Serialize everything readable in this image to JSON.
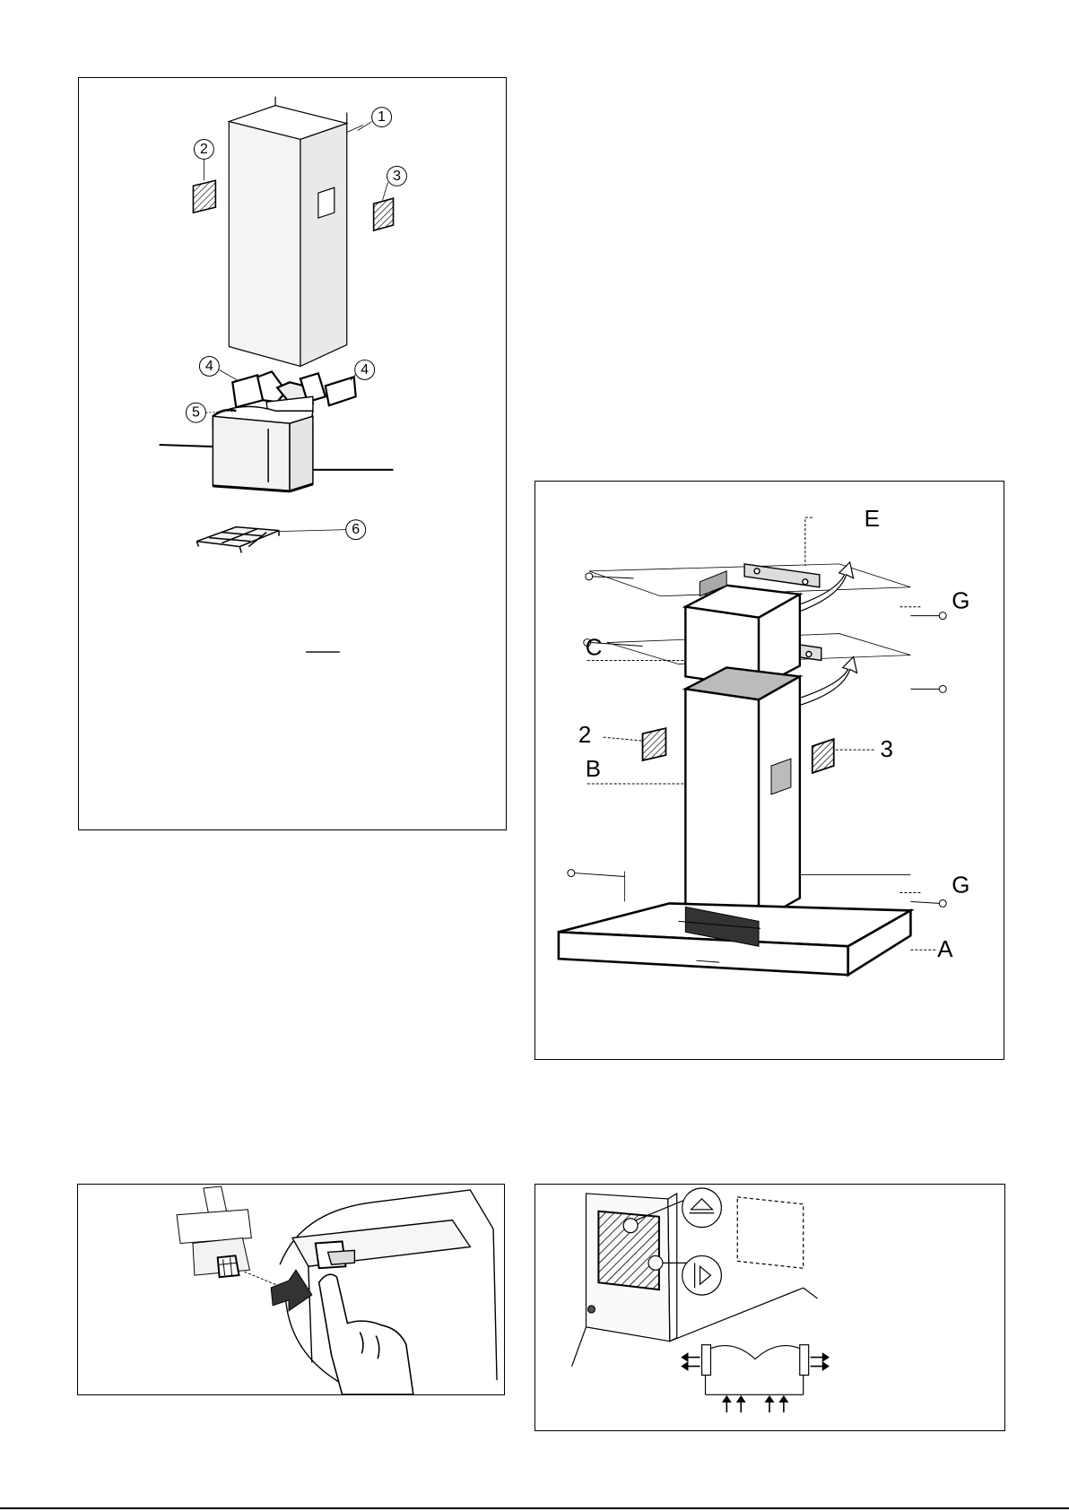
{
  "figure1": {
    "callouts": [
      "1",
      "2",
      "3",
      "4",
      "4",
      "5",
      "6"
    ]
  },
  "figure2": {
    "labels": [
      "E",
      "G",
      "C",
      "2",
      "3",
      "B",
      "G",
      "A"
    ]
  },
  "figure3": {},
  "figure4": {}
}
